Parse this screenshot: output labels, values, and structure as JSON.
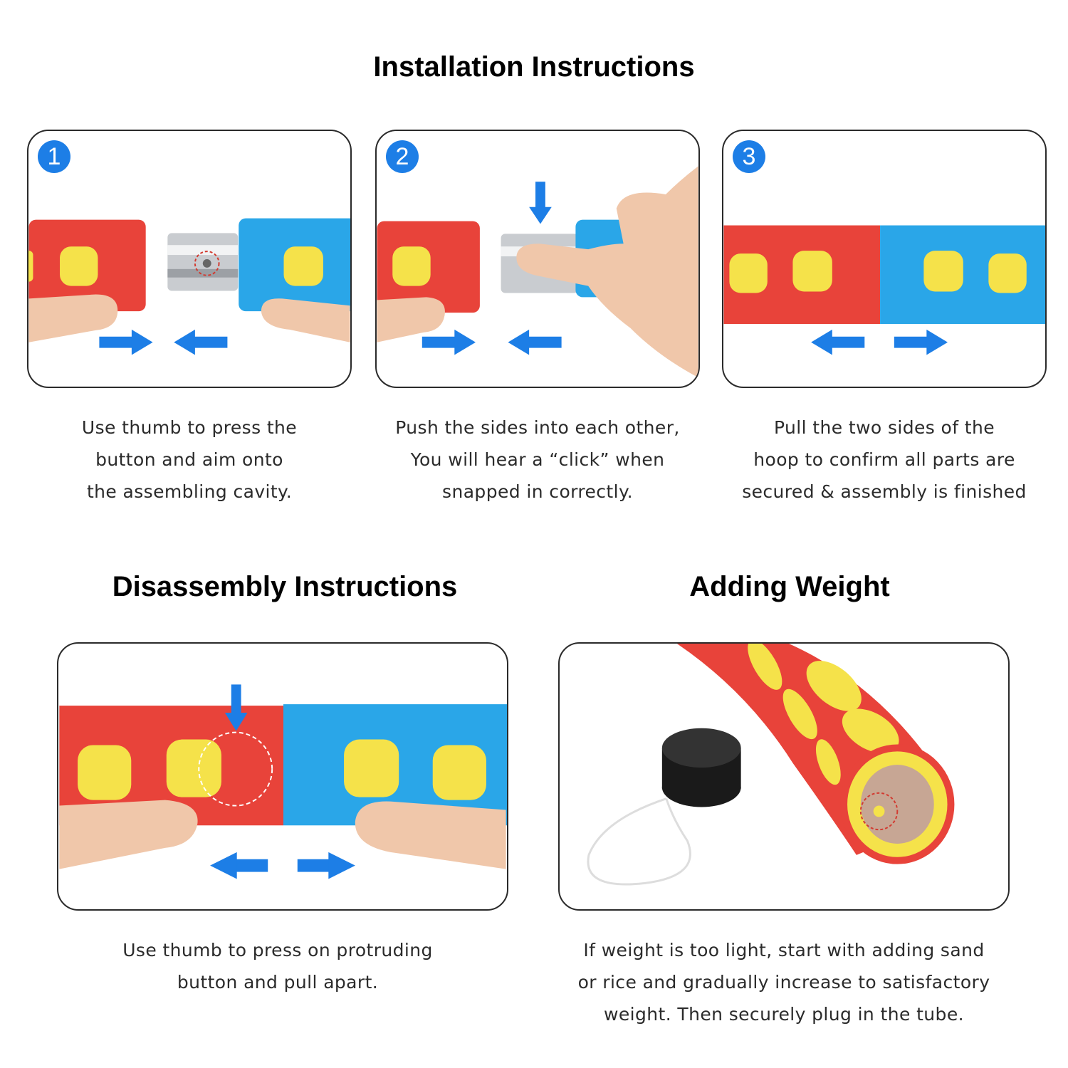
{
  "installation": {
    "title": "Installation Instructions",
    "steps": [
      {
        "number": "1",
        "lines": [
          "Use thumb to press the",
          "button and aim onto",
          "the assembling cavity."
        ]
      },
      {
        "number": "2",
        "lines": [
          "Push the sides into each other,",
          "You will hear a “click” when",
          "snapped in correctly."
        ]
      },
      {
        "number": "3",
        "lines": [
          "Pull the two sides of the",
          "hoop to confirm all parts are",
          "secured & assembly is finished"
        ]
      }
    ]
  },
  "disassembly": {
    "title": "Disassembly Instructions",
    "lines": [
      "Use thumb to press on protruding",
      "button and pull apart."
    ]
  },
  "adding_weight": {
    "title": "Adding Weight",
    "lines": [
      "If weight is too light, start with adding sand",
      "or rice and gradually increase to satisfactory",
      "weight. Then securely plug in the tube."
    ]
  },
  "colors": {
    "red_foam": "#e8433a",
    "blue_foam": "#2aa6e8",
    "yellow_dot": "#f5e24a",
    "arrow_blue": "#1d7ee6",
    "badge_blue": "#1d7ee6",
    "plug_black": "#1a1a1a"
  }
}
